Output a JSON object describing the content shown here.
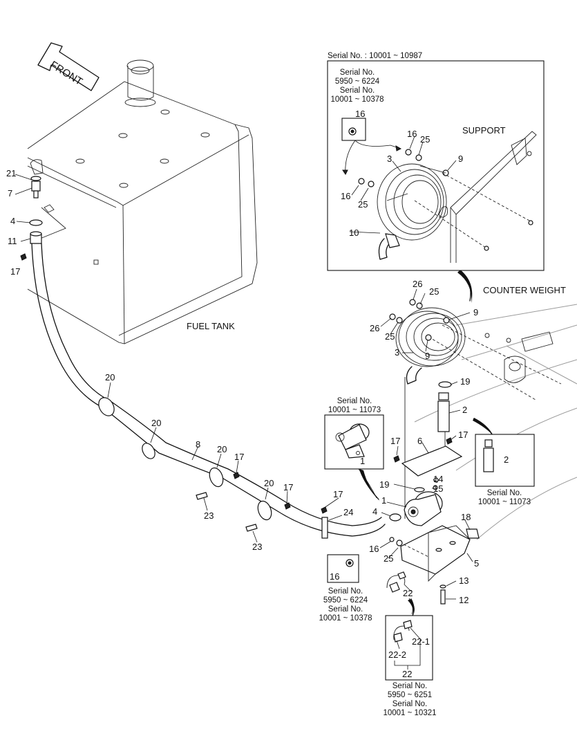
{
  "front_label": "FRONT",
  "fuel_tank_label": "FUEL TANK",
  "counter_weight_label": "COUNTER WEIGHT",
  "support_label": "SUPPORT",
  "detail_serial_top": "Serial No. : 10001 ~ 10987",
  "detail_inset_serial": [
    "Serial No.",
    "5950 ~ 6224",
    "Serial No.",
    "10001 ~ 10378"
  ],
  "pump_inset_serial": [
    "Serial No.",
    "10001 ~ 11073"
  ],
  "part2_inset_serial": [
    "Serial No.",
    "10001 ~ 11073"
  ],
  "part16_inset_serial": [
    "Serial No.",
    "5950 ~ 6224",
    "Serial No.",
    "10001 ~ 10378"
  ],
  "part22_inset_serial": [
    "Serial No.",
    "5950 ~ 6251",
    "Serial No.",
    "10001 ~ 10321"
  ],
  "callouts": {
    "c21": "21",
    "c7": "7",
    "c4a": "4",
    "c11": "11",
    "c17a": "17",
    "c20a": "20",
    "c20b": "20",
    "c8": "8",
    "c20c": "20",
    "c17b": "17",
    "c20d": "20",
    "c17c": "17",
    "c23a": "23",
    "c23b": "23",
    "c17d": "17",
    "c24": "24",
    "c4b": "4",
    "c1a": "1",
    "c19a": "19",
    "c17e": "17",
    "c6": "6",
    "c17f": "17",
    "c14": "14",
    "c15": "15",
    "c18": "18",
    "c16a": "16",
    "c25a": "25",
    "c5": "5",
    "c13": "13",
    "c12": "12",
    "c22": "22",
    "c2a": "2",
    "c19b": "19",
    "c3a": "3",
    "c26a": "26",
    "c25b": "25",
    "c26b": "26",
    "c25c": "25",
    "c9a": "9",
    "c9b": "9",
    "c16b": "16",
    "c16c": "16",
    "c25d": "25",
    "c25e": "25",
    "c9c": "9",
    "c3b": "3",
    "c10": "10",
    "c16d": "16",
    "c1b": "1",
    "c2b": "2",
    "c16e": "16",
    "c22_1": "22-1",
    "c22_2": "22-2",
    "c22b": "22"
  }
}
